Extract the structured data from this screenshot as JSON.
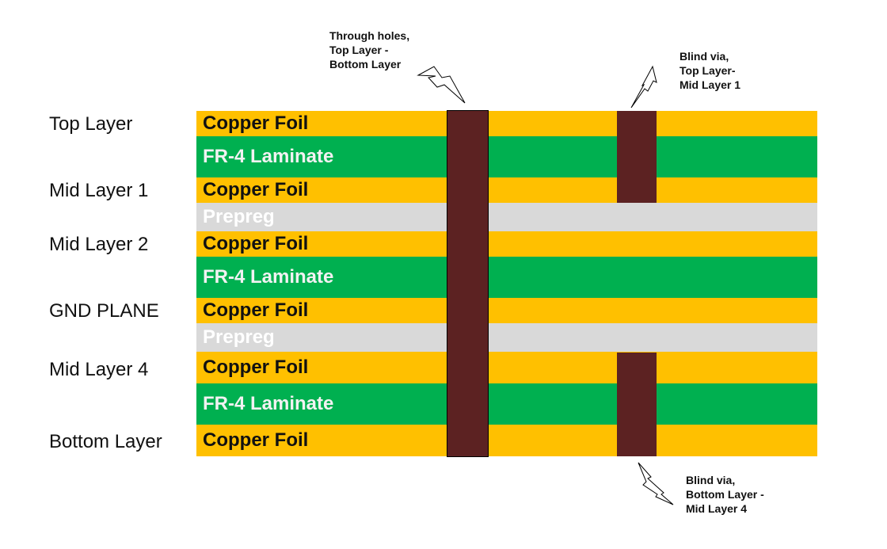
{
  "layers": [
    {
      "label": "Copper Foil",
      "type": "copper"
    },
    {
      "label": "FR-4 Laminate",
      "type": "fr4"
    },
    {
      "label": "Copper Foil",
      "type": "copper"
    },
    {
      "label": "Prepreg",
      "type": "prepreg"
    },
    {
      "label": "Copper Foil",
      "type": "copper"
    },
    {
      "label": "FR-4 Laminate",
      "type": "fr4"
    },
    {
      "label": "Copper Foil",
      "type": "copper"
    },
    {
      "label": "Prepreg",
      "type": "prepreg"
    },
    {
      "label": "Copper Foil",
      "type": "copper"
    },
    {
      "label": "FR-4 Laminate",
      "type": "fr4"
    },
    {
      "label": "Copper Foil",
      "type": "copper"
    }
  ],
  "side_labels": [
    "Top Layer",
    "Mid Layer 1",
    "Mid Layer 2",
    "GND PLANE",
    "Mid Layer 4",
    "Bottom Layer"
  ],
  "notes": {
    "through": [
      "Through holes,",
      "Top Layer -",
      "Bottom Layer"
    ],
    "blind_top": [
      "Blind via,",
      "Top Layer-",
      "Mid Layer 1"
    ],
    "blind_bottom": [
      "Blind via,",
      "Bottom Layer -",
      "Mid Layer 4"
    ]
  },
  "colors": {
    "copper": "#ffc000",
    "fr4": "#00b050",
    "prepreg": "#d9d9d9",
    "via": "#5c2222",
    "copper_text": "#111111",
    "fr4_text": "#f2f2f2",
    "prepreg_text": "#ffffff"
  }
}
